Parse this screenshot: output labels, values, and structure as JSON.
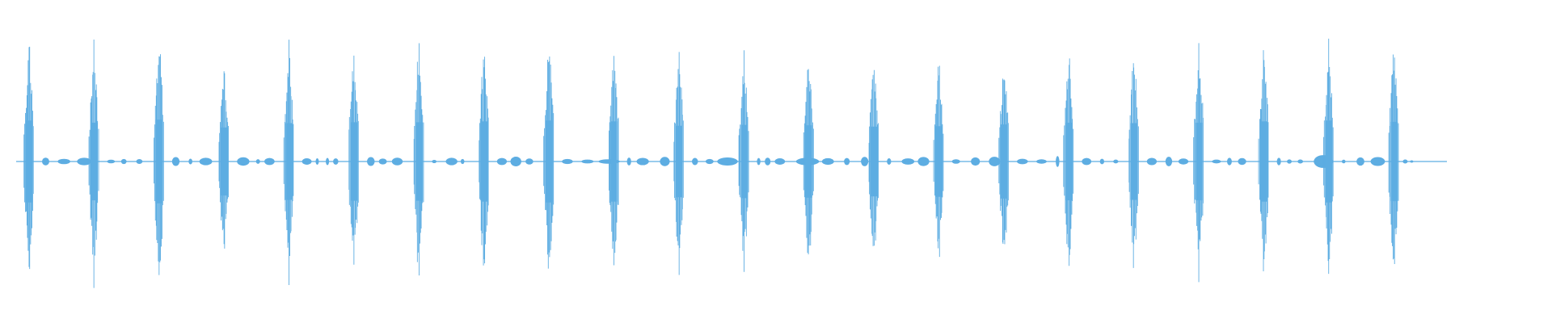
{
  "waveform": {
    "color": "#5dade2",
    "pulse_count": 22,
    "pulse_peaks": [
      0.94,
      0.89,
      0.96,
      0.78,
      0.88,
      0.9,
      0.9,
      0.92,
      0.94,
      0.92,
      0.82,
      0.84,
      0.83,
      0.8,
      0.81,
      0.85,
      0.89,
      0.88,
      0.89,
      0.92,
      0.94,
      0.91
    ]
  }
}
